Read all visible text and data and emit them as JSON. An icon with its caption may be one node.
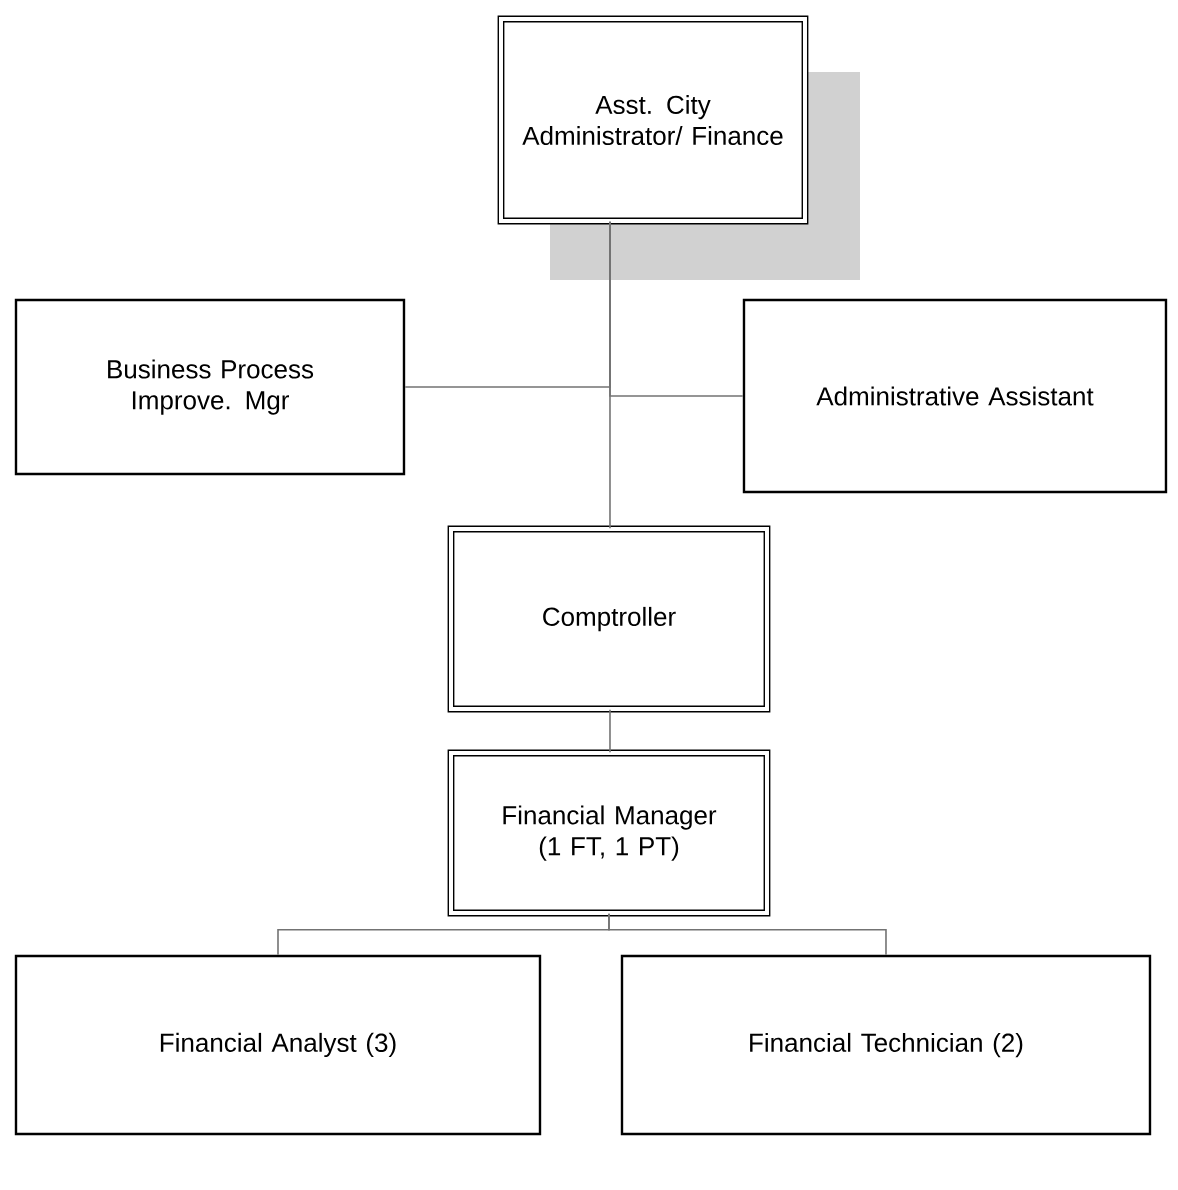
{
  "diagram": {
    "nodes": [
      {
        "text": [
          "Asst. City Administrator/ Finance"
        ]
      },
      {
        "text": [
          "Business Process Improve. Mgr"
        ]
      },
      {
        "text": [
          "Administrative Assistant"
        ]
      },
      {
        "text": [
          "Comptroller"
        ]
      },
      {
        "text": [
          "Financial Manager (1 FT, 1 PT)"
        ]
      },
      {
        "text": [
          "Financial Analyst (3)"
        ]
      },
      {
        "text": [
          "Financial Technician (2)"
        ]
      }
    ],
    "edges": [
      {
        "from": 0,
        "to": 1,
        "arrow": "none"
      },
      {
        "from": 0,
        "to": 2,
        "arrow": "none"
      },
      {
        "from": 0,
        "to": 3,
        "arrow": "none"
      },
      {
        "from": 3,
        "to": 4,
        "arrow": "none"
      },
      {
        "from": 4,
        "to": 5,
        "arrow": "none"
      },
      {
        "from": 4,
        "to": 6,
        "arrow": "none"
      }
    ]
  }
}
